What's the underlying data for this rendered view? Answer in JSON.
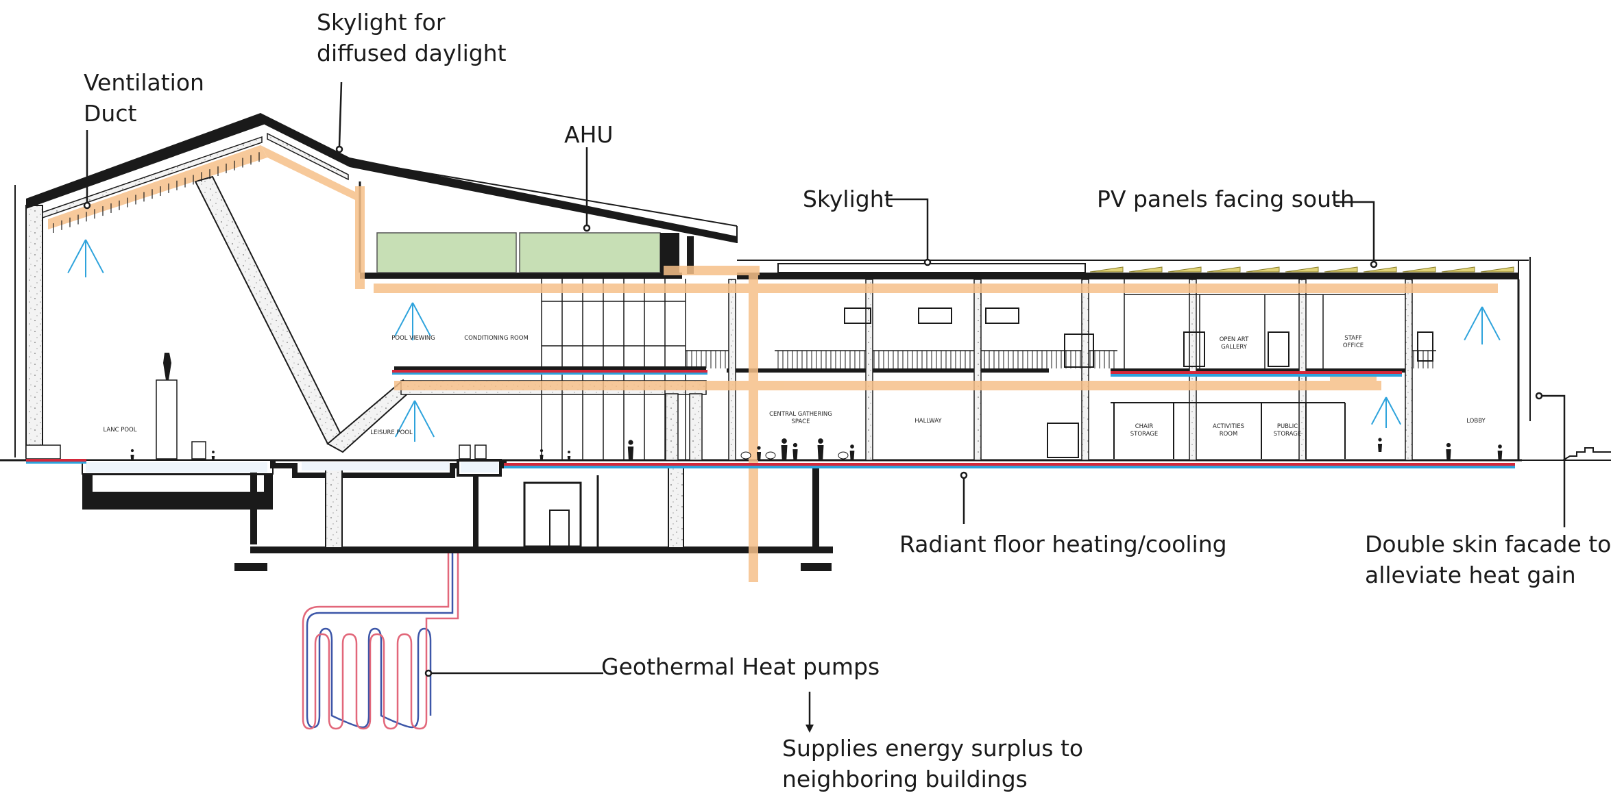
{
  "callouts": {
    "skylight_diffused": [
      "Skylight for",
      "diffused daylight"
    ],
    "ventilation_duct": [
      "Ventilation",
      "Duct"
    ],
    "ahu": "AHU",
    "skylight": "Skylight",
    "pv_panels": "PV panels facing south",
    "radiant_floor": "Radiant floor heating/cooling",
    "double_skin": [
      "Double skin facade to",
      "alleviate heat gain"
    ],
    "geothermal": "Geothermal Heat pumps",
    "energy_surplus": [
      "Supplies energy surplus to",
      "neighboring buildings"
    ]
  },
  "rooms": {
    "lanc_pool": "LANC POOL",
    "pool_viewing": "POOL VIEWING",
    "conditioning_room": "CONDITIONING ROOM",
    "leisure_pool": "LEISURE POOL",
    "central_gathering": [
      "CENTRAL GATHERING",
      "SPACE"
    ],
    "hallway": "HALLWAY",
    "chair_storage": [
      "CHAIR",
      "STORAGE"
    ],
    "activities_room": [
      "ACTIVITIES",
      "ROOM"
    ],
    "public_storage": [
      "PUBLIC",
      "STORAGE"
    ],
    "open_art_gallery": [
      "OPEN ART",
      "GALLERY"
    ],
    "staff_office": [
      "STAFF",
      "OFFICE"
    ],
    "lobby": "LOBBY"
  },
  "colors": {
    "ventilation_duct": "#f6c089",
    "radiant_heating": "#d4283a",
    "radiant_cooling": "#2ea3dc",
    "ahu_unit": "#c7dfb5",
    "pv_panel": "#e0d277",
    "structure": "#1a1a1a",
    "geothermal_cold": "#3c56a8",
    "geothermal_warm": "#e2677a"
  }
}
